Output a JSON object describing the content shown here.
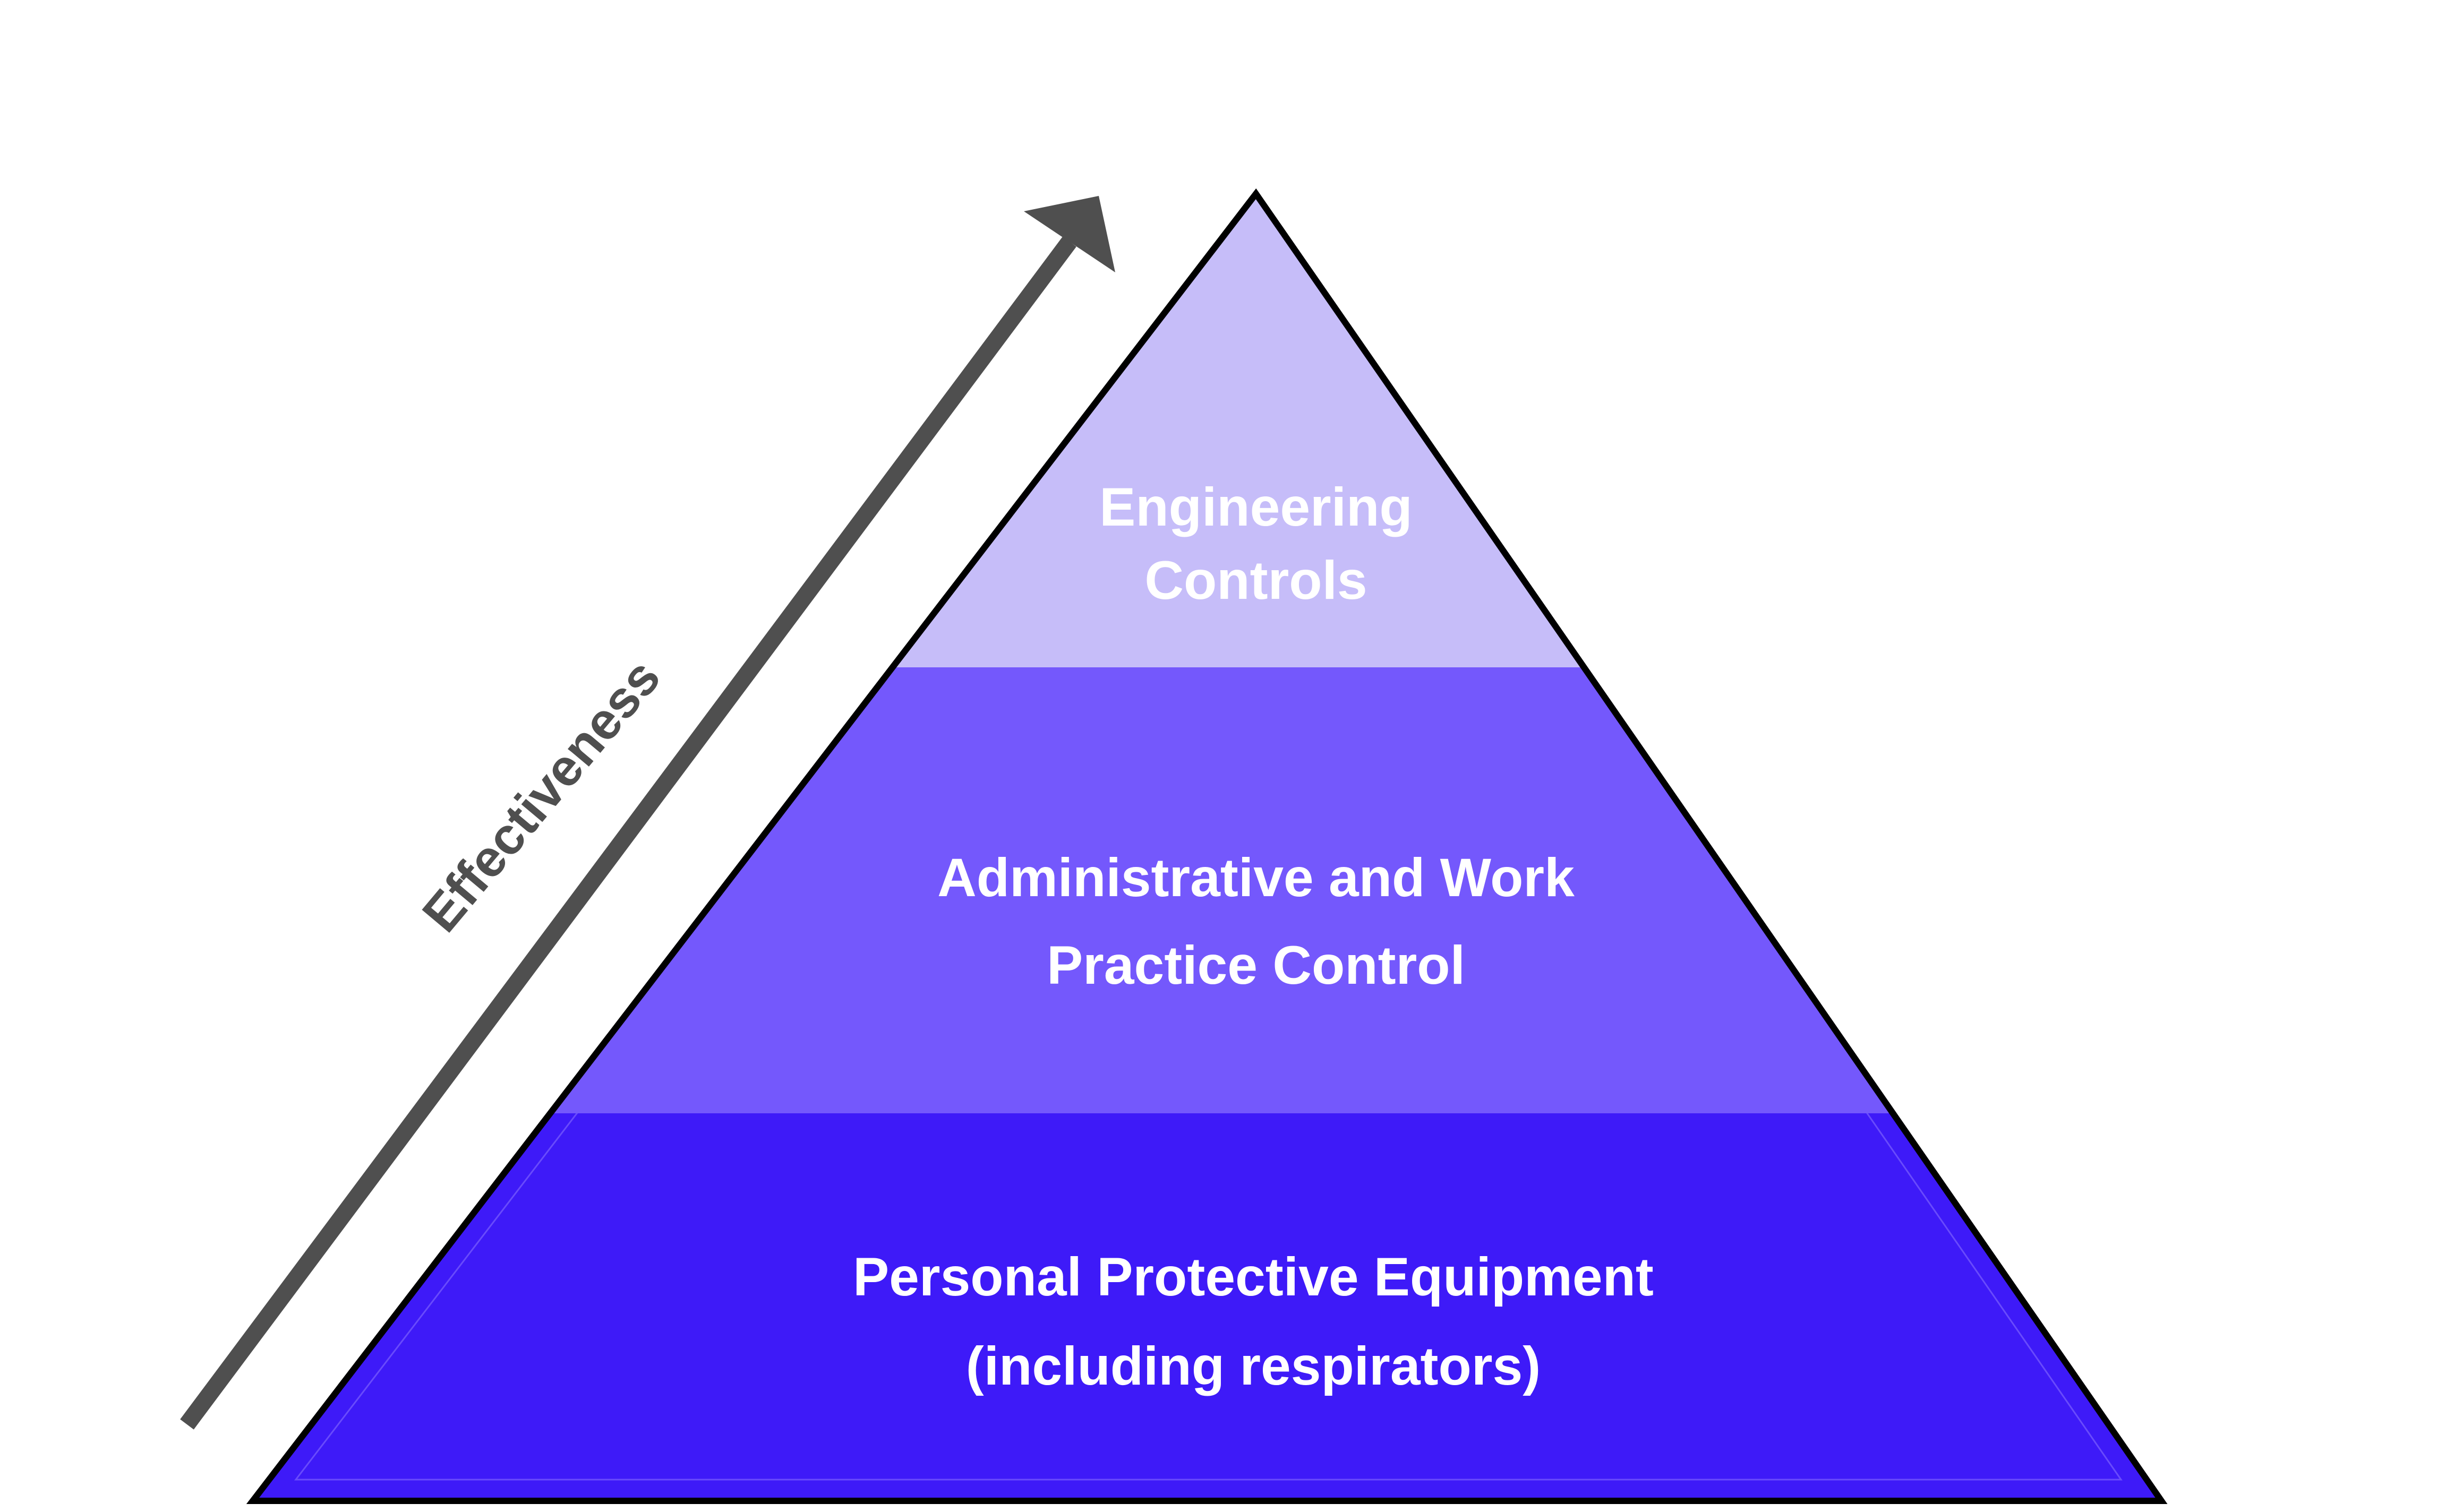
{
  "diagram": {
    "type": "pyramid-hierarchy",
    "background_color": "#ffffff",
    "outline_color": "#000000",
    "axis_arrow": {
      "label": "Effectiveness",
      "color": "#4f4f4f"
    },
    "tiers": [
      {
        "name": "engineering-controls",
        "lines": [
          "Engineering",
          "Controls"
        ],
        "fill": "#c6bdf9",
        "text_color": "#ffffff"
      },
      {
        "name": "administrative-and-work-practice-control",
        "lines": [
          "Administrative and Work",
          "Practice Control"
        ],
        "fill": "#7458fc",
        "text_color": "#ffffff"
      },
      {
        "name": "personal-protective-equipment",
        "lines": [
          "Personal Protective Equipment",
          "(including respirators)"
        ],
        "fill": "#3e1af8",
        "text_color": "#ffffff"
      }
    ]
  }
}
